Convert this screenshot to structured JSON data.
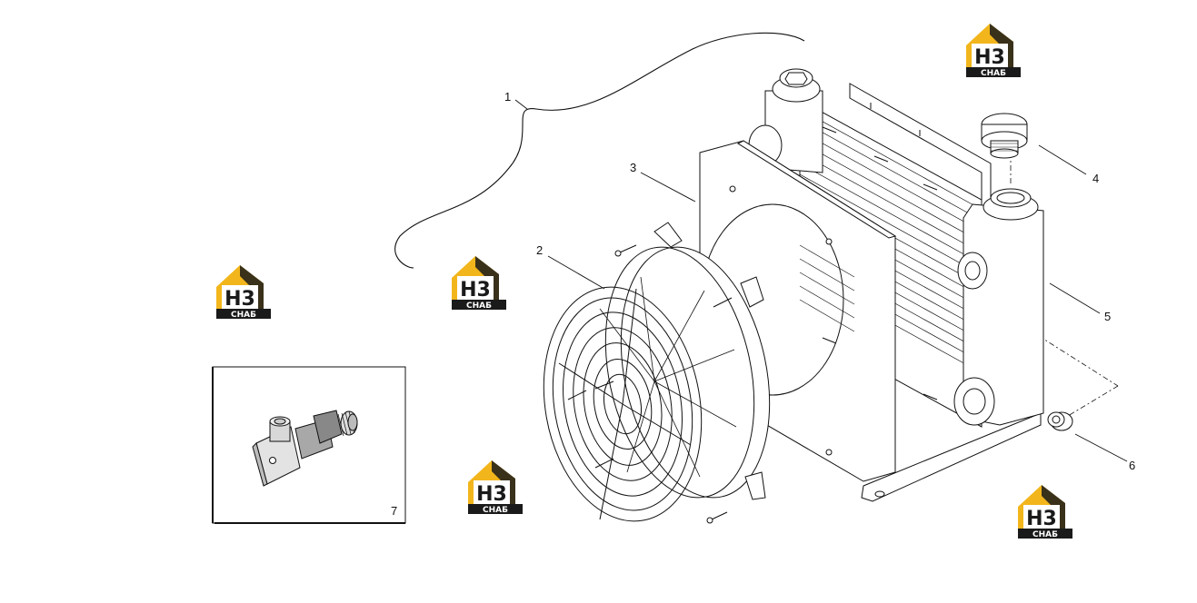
{
  "callouts": {
    "c1": "1",
    "c2": "2",
    "c3": "3",
    "c4": "4",
    "c5": "5",
    "c6": "6",
    "c7": "7"
  },
  "watermark": {
    "main": "H3",
    "sub": "СНАБ"
  },
  "colors": {
    "line": "#111111",
    "logo_yellow": "#f2b61c",
    "logo_dark": "#1a1a1a"
  }
}
